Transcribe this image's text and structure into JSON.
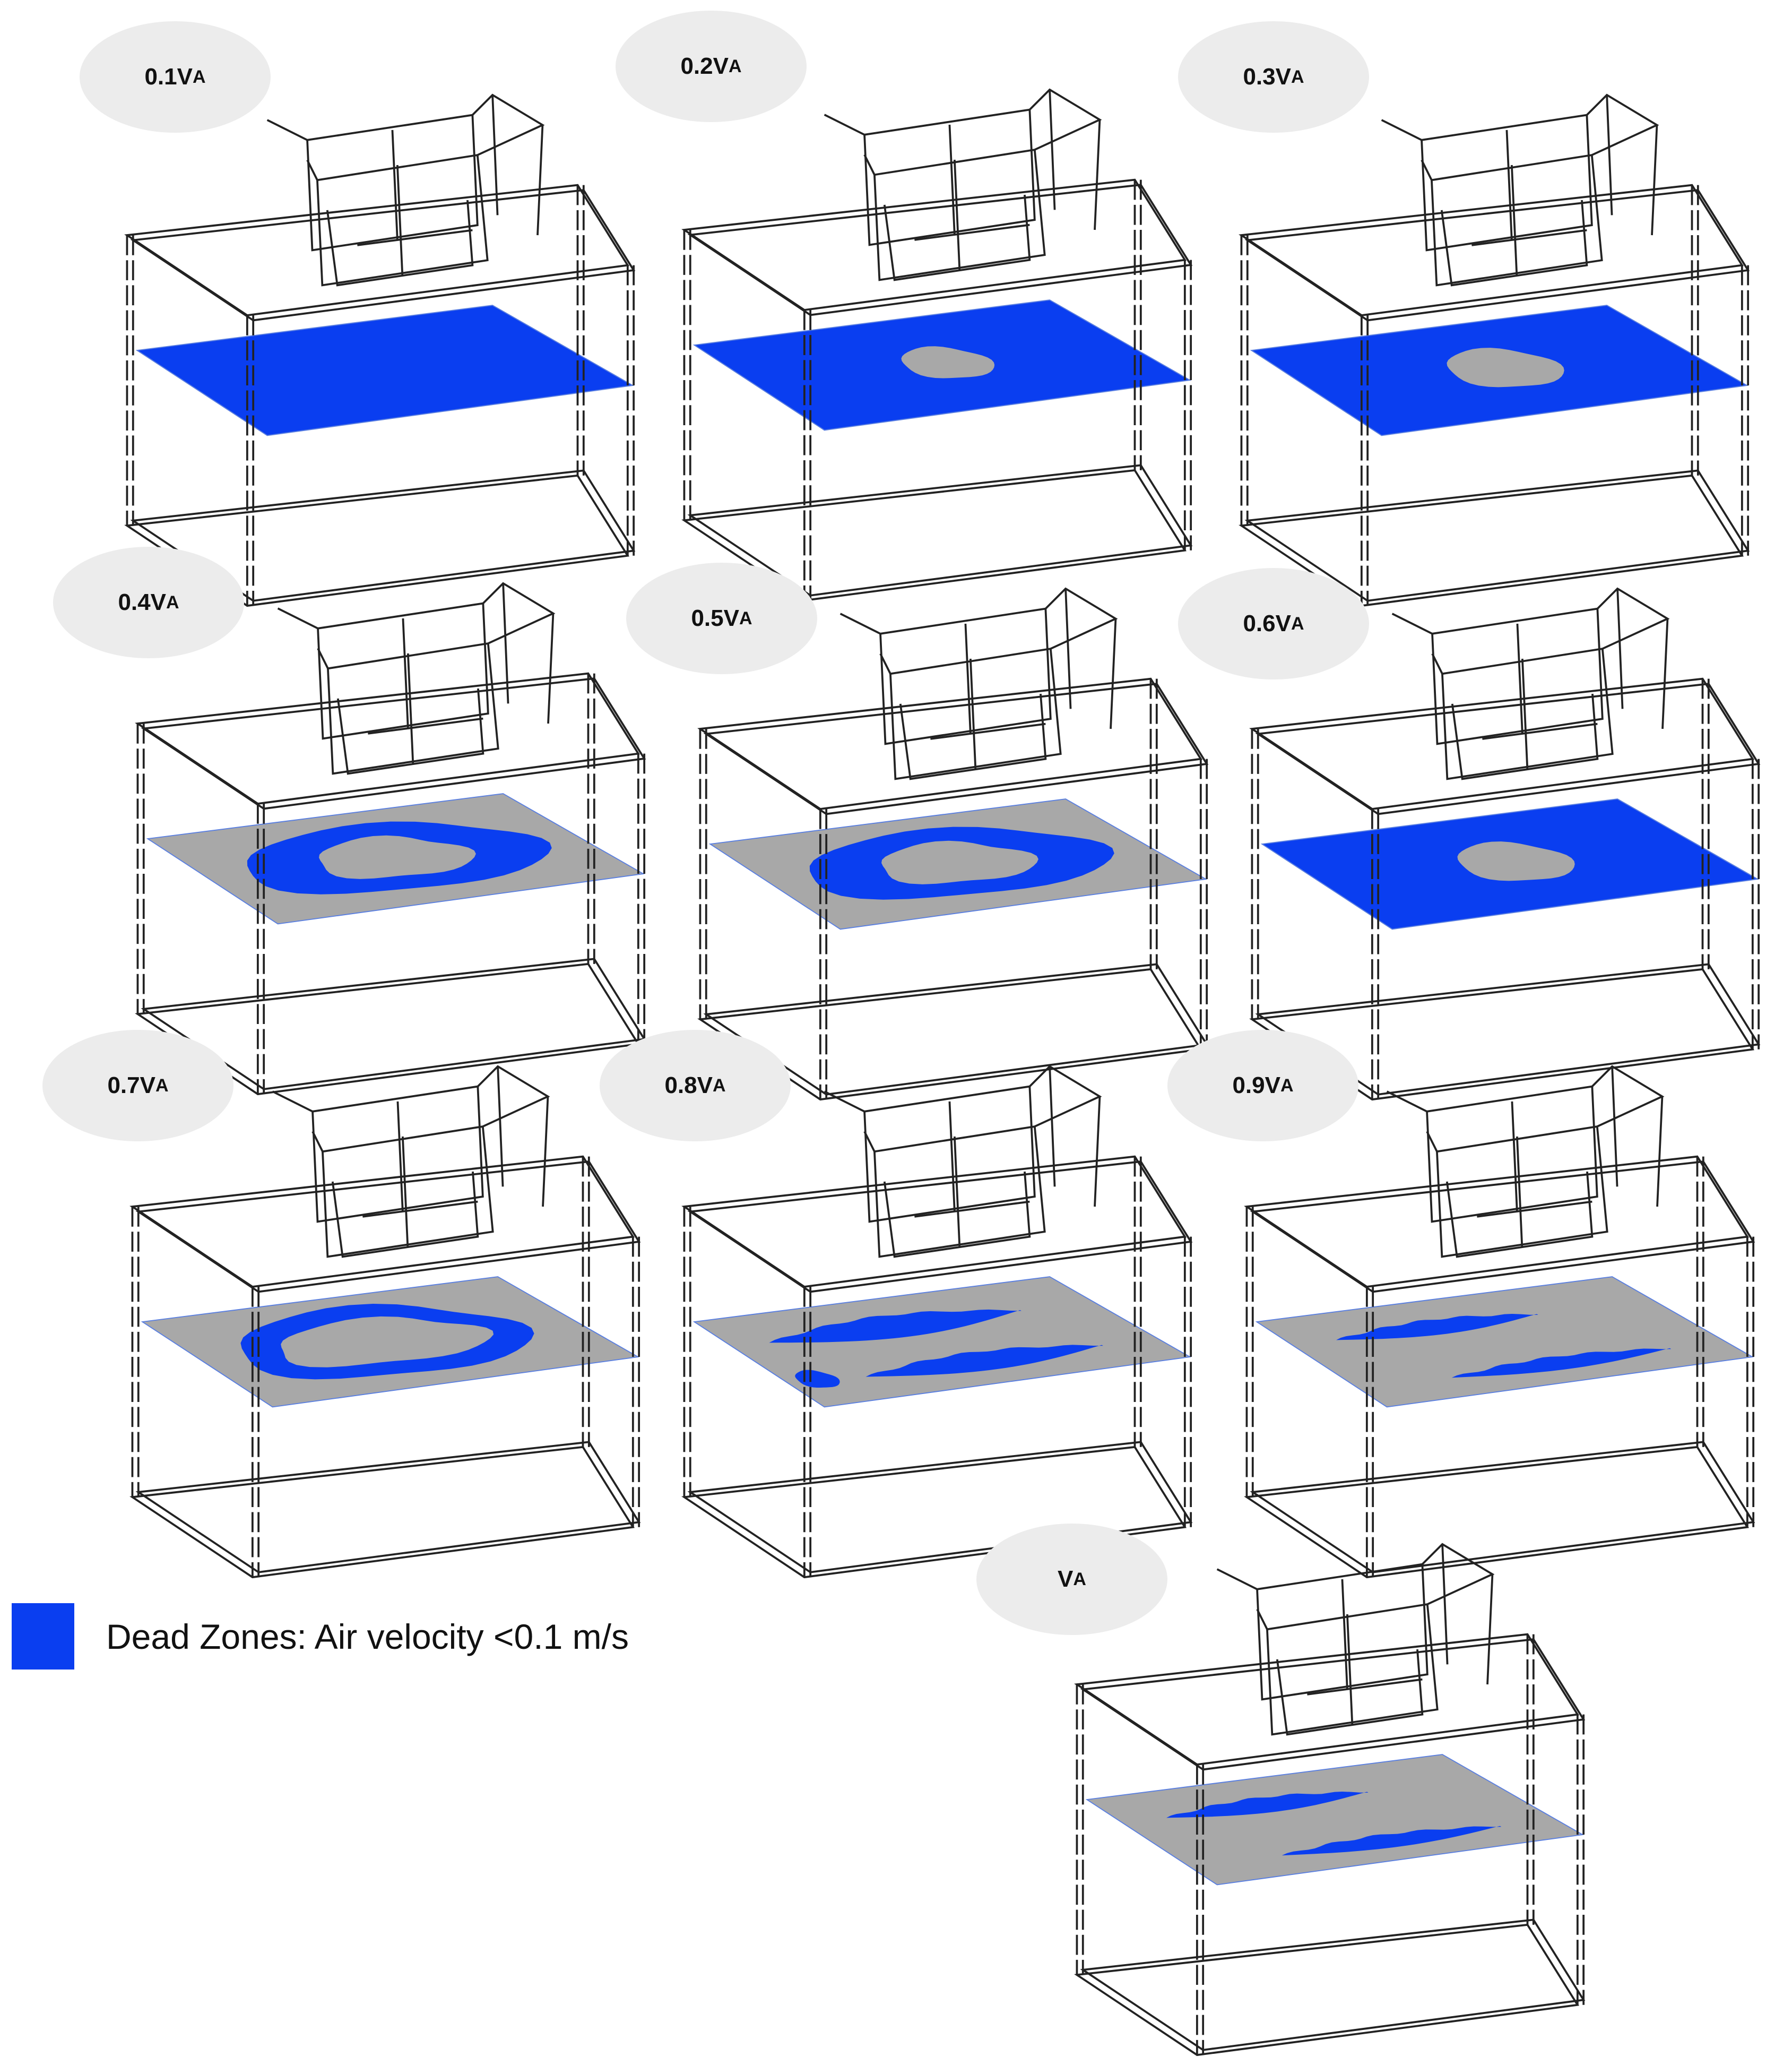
{
  "colors": {
    "dead_zone": "#0a3ef0",
    "live_zone": "#a8a8a8",
    "badge_bg": "#ececec",
    "wireframe": "#222222"
  },
  "panels": [
    {
      "label_main": "0.1V",
      "label_sub": "A",
      "pattern": "full"
    },
    {
      "label_main": "0.2V",
      "label_sub": "A",
      "pattern": "small-core"
    },
    {
      "label_main": "0.3V",
      "label_sub": "A",
      "pattern": "medium-core"
    },
    {
      "label_main": "0.4V",
      "label_sub": "A",
      "pattern": "large-core"
    },
    {
      "label_main": "0.5V",
      "label_sub": "A",
      "pattern": "large-core"
    },
    {
      "label_main": "0.6V",
      "label_sub": "A",
      "pattern": "medium-core"
    },
    {
      "label_main": "0.7V",
      "label_sub": "A",
      "pattern": "ring"
    },
    {
      "label_main": "0.8V",
      "label_sub": "A",
      "pattern": "broken-ring"
    },
    {
      "label_main": "0.9V",
      "label_sub": "A",
      "pattern": "two-bands"
    },
    {
      "label_main": "V",
      "label_sub": "A",
      "pattern": "two-bands"
    }
  ],
  "legend": {
    "text": "Dead Zones: Air velocity <0.1 m/s",
    "color": "#0a3ef0"
  }
}
